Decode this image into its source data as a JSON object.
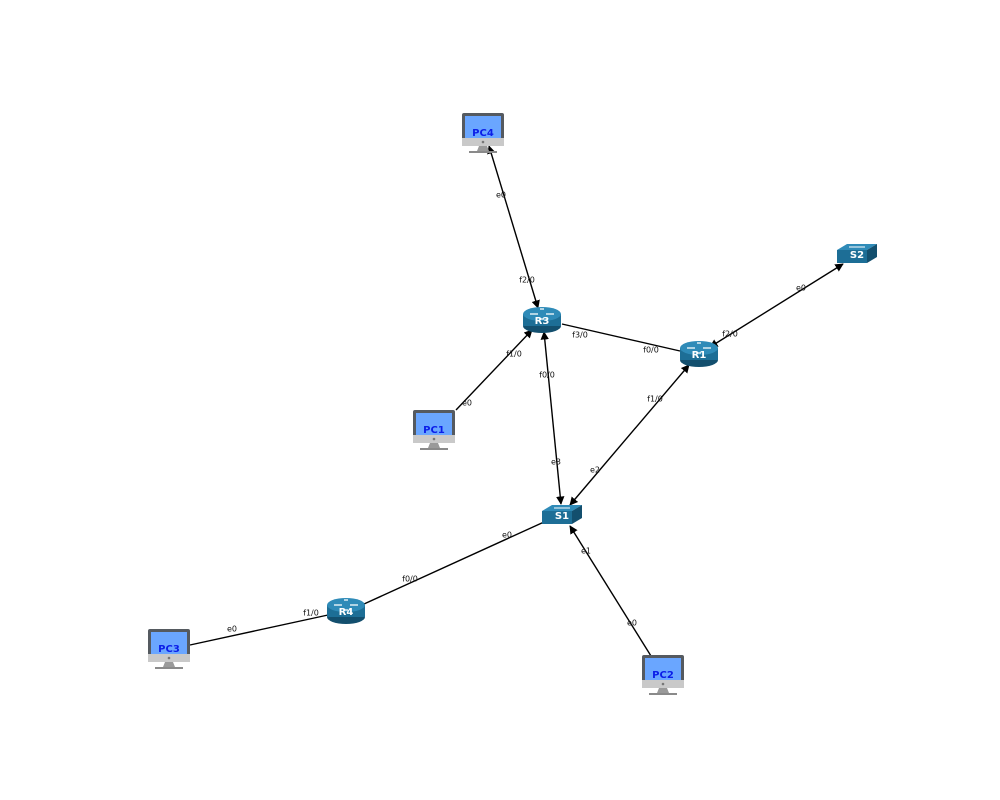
{
  "colors": {
    "device_blue": "#1d6e96",
    "device_dark": "#134f6e",
    "device_light": "#2f8bb8",
    "pc_screen": "#6aa6ff",
    "pc_bezel": "#555a60",
    "pc_base": "#c9c9c9",
    "pc_label": "#0b1ee8",
    "device_label": "#ffffff",
    "link": "#000000"
  },
  "nodes": [
    {
      "id": "PC4",
      "label": "PC4",
      "icon": "pc-monitor-icon"
    },
    {
      "id": "R3",
      "label": "R3",
      "icon": "router-icon"
    },
    {
      "id": "R1",
      "label": "R1",
      "icon": "router-icon"
    },
    {
      "id": "S2",
      "label": "S2",
      "icon": "switch-icon"
    },
    {
      "id": "PC1",
      "label": "PC1",
      "icon": "pc-monitor-icon"
    },
    {
      "id": "S1",
      "label": "S1",
      "icon": "switch-icon"
    },
    {
      "id": "R4",
      "label": "R4",
      "icon": "router-icon"
    },
    {
      "id": "PC3",
      "label": "PC3",
      "icon": "pc-monitor-icon"
    },
    {
      "id": "PC2",
      "label": "PC2",
      "icon": "pc-monitor-icon"
    }
  ],
  "links": [
    {
      "id": "pc4-r3",
      "from": "PC4",
      "to": "R3",
      "from_port": "e0",
      "to_port": "f2/0"
    },
    {
      "id": "r3-r1",
      "from": "R3",
      "to": "R1",
      "from_port": "f3/0",
      "to_port": "f0/0"
    },
    {
      "id": "s2-r1",
      "from": "S2",
      "to": "R1",
      "from_port": "e0",
      "to_port": "f2/0"
    },
    {
      "id": "pc1-r3",
      "from": "PC1",
      "to": "R3",
      "from_port": "e0",
      "to_port": "f1/0"
    },
    {
      "id": "r3-s1",
      "from": "R3",
      "to": "S1",
      "from_port": "f0/0",
      "to_port": "e3"
    },
    {
      "id": "r1-s1",
      "from": "R1",
      "to": "S1",
      "from_port": "f1/0",
      "to_port": "e2"
    },
    {
      "id": "s1-r4",
      "from": "S1",
      "to": "R4",
      "from_port": "e0",
      "to_port": "f0/0"
    },
    {
      "id": "r4-pc3",
      "from": "R4",
      "to": "PC3",
      "from_port": "f1/0",
      "to_port": "e0"
    },
    {
      "id": "pc2-s1",
      "from": "PC2",
      "to": "S1",
      "from_port": "e0",
      "to_port": "e1"
    }
  ]
}
